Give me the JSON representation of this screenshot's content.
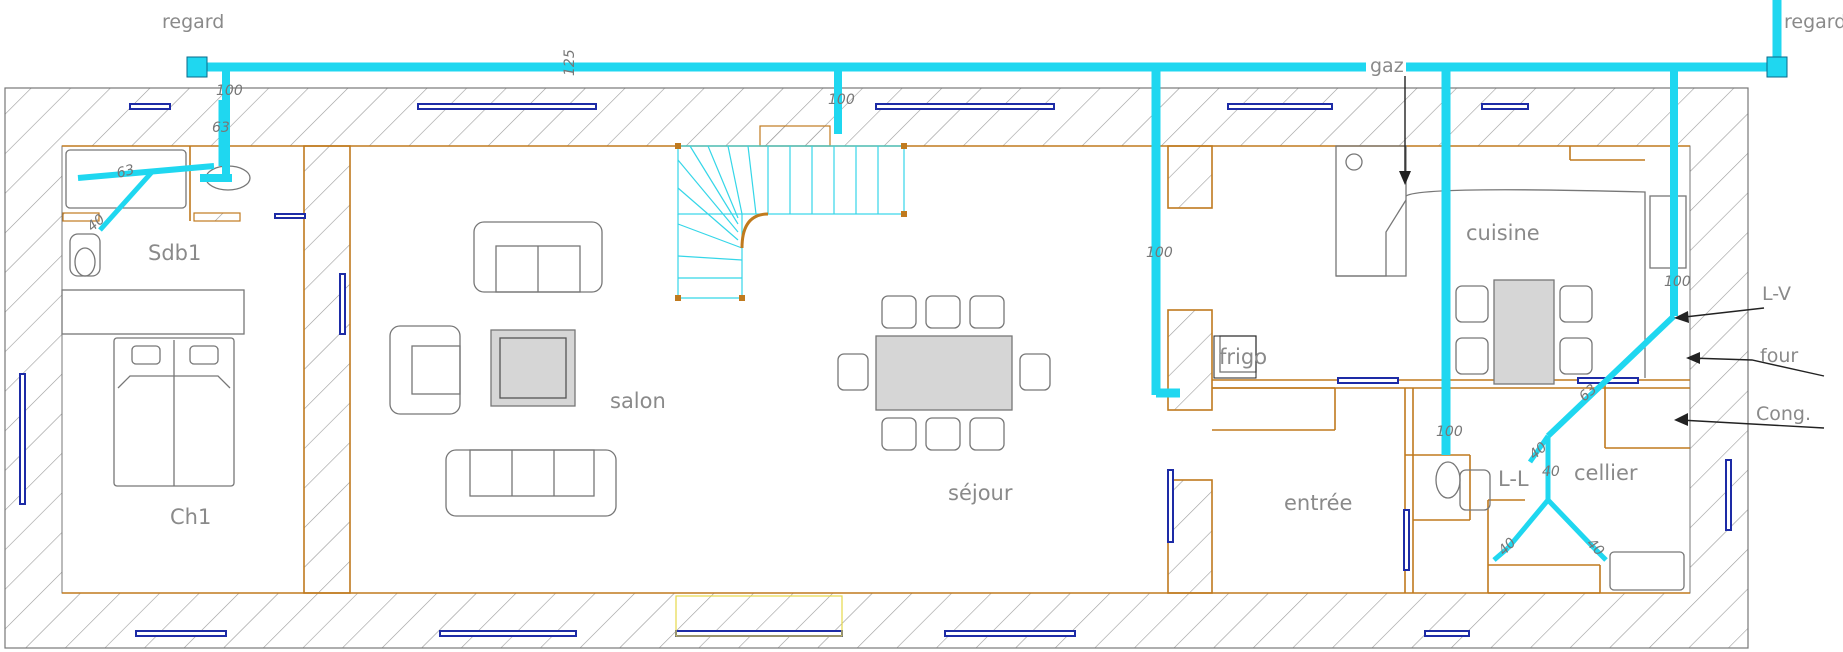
{
  "labels": {
    "regard_left": "regard",
    "regard_right": "regard",
    "gaz": "gaz",
    "sdb1": "Sdb1",
    "ch1": "Ch1",
    "salon": "salon",
    "sejour": "séjour",
    "cuisine": "cuisine",
    "frigo": "frigo",
    "entree": "entrée",
    "cellier": "cellier",
    "ll": "L-L",
    "lv": "L-V",
    "four": "four",
    "cong": "Cong."
  },
  "diameters": {
    "main": "125",
    "d100_a": "100",
    "d63_a": "63",
    "d63_b": "63",
    "d40_a": "40",
    "d100_b": "100",
    "d100_c": "100",
    "d100_d": "100",
    "d100_e": "100",
    "d63_c": "63",
    "d40_b": "40",
    "d40_c": "40",
    "d40_d": "40",
    "d40_e": "40"
  },
  "colors": {
    "pipe": "#1fd7f0",
    "window": "#1d2ba6",
    "interior_wall": "#c07a1e",
    "hatch": "#9a9a9a",
    "furniture_fill": "#d6d6d6"
  }
}
